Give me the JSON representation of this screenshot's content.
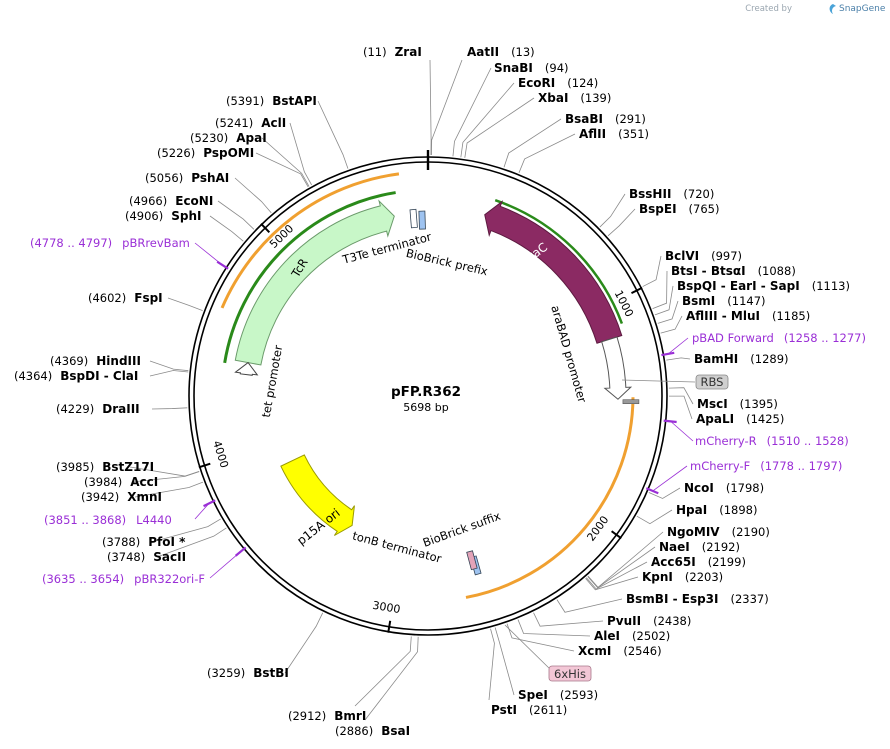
{
  "header": {
    "created_by": "Created by",
    "brand": "SnapGene"
  },
  "plasmid": {
    "name": "pFP.R362",
    "size_label": "5698 bp",
    "length": 5698
  },
  "colors": {
    "backbone": "#000000",
    "araC": "#8b2a63",
    "TcR": "#c8f7c8",
    "p15A_ori": "#ffff00",
    "promoter": "#ffffff",
    "primer": "#9a2fd6",
    "orange_band": "#f0a030",
    "green_band": "#2a8a1a"
  },
  "ticks": [
    {
      "label": "1000",
      "pos": 1000
    },
    {
      "label": "2000",
      "pos": 2000
    },
    {
      "label": "3000",
      "pos": 3000
    },
    {
      "label": "4000",
      "pos": 4000
    },
    {
      "label": "5000",
      "pos": 5000
    }
  ],
  "features": [
    {
      "name": "araC",
      "start": 275,
      "end": 1150,
      "type": "cds",
      "direction": "reverse"
    },
    {
      "name": "araBAD promoter",
      "start": 1150,
      "end": 1440,
      "type": "promoter",
      "direction": "forward"
    },
    {
      "name": "TcR",
      "start": 4440,
      "end": 5530,
      "type": "cds",
      "direction": "forward"
    },
    {
      "name": "tet promoter",
      "start": 4380,
      "end": 4440,
      "type": "promoter",
      "direction": "forward"
    },
    {
      "name": "p15A ori",
      "start": 3330,
      "end": 3870,
      "type": "rep_origin",
      "direction": "reverse"
    },
    {
      "name": "T3Te terminator",
      "start": 5590,
      "end": 5625,
      "type": "terminator",
      "direction": ""
    },
    {
      "name": "BioBrick prefix",
      "start": 5650,
      "end": 5690,
      "type": "misc",
      "direction": ""
    },
    {
      "name": "BioBrick suffix",
      "start": 2585,
      "end": 2615,
      "type": "misc",
      "direction": ""
    },
    {
      "name": "tonB terminator",
      "start": 2620,
      "end": 2650,
      "type": "terminator",
      "direction": ""
    },
    {
      "name": "RBS",
      "start": 1440,
      "end": 1460,
      "type": "rbs",
      "direction": ""
    },
    {
      "name": "6xHis",
      "start": 2550,
      "end": 2570,
      "type": "tag",
      "direction": ""
    }
  ],
  "sites": [
    {
      "name": "ZraI",
      "pos": "(11)"
    },
    {
      "name": "AatII",
      "pos": "(13)"
    },
    {
      "name": "SnaBI",
      "pos": "(94)"
    },
    {
      "name": "EcoRI",
      "pos": "(124)"
    },
    {
      "name": "XbaI",
      "pos": "(139)"
    },
    {
      "name": "BsaBI",
      "pos": "(291)"
    },
    {
      "name": "AflII",
      "pos": "(351)"
    },
    {
      "name": "BssHII",
      "pos": "(720)"
    },
    {
      "name": "BspEI",
      "pos": "(765)"
    },
    {
      "name": "BclVI",
      "pos": "(997)"
    },
    {
      "name": "BtsI - BtsαI",
      "pos": "(1088)"
    },
    {
      "name": "BspQI - EarI - SapI",
      "pos": "(1113)"
    },
    {
      "name": "BsmI",
      "pos": "(1147)"
    },
    {
      "name": "AflIII - MluI",
      "pos": "(1185)"
    },
    {
      "name": "BamHI",
      "pos": "(1289)"
    },
    {
      "name": "MscI",
      "pos": "(1395)"
    },
    {
      "name": "ApaLI",
      "pos": "(1425)"
    },
    {
      "name": "NcoI",
      "pos": "(1798)"
    },
    {
      "name": "HpaI",
      "pos": "(1898)"
    },
    {
      "name": "NgoMIV",
      "pos": "(2190)"
    },
    {
      "name": "NaeI",
      "pos": "(2192)"
    },
    {
      "name": "Acc65I",
      "pos": "(2199)"
    },
    {
      "name": "KpnI",
      "pos": "(2203)"
    },
    {
      "name": "BsmBI - Esp3I",
      "pos": "(2337)"
    },
    {
      "name": "PvuII",
      "pos": "(2438)"
    },
    {
      "name": "AleI",
      "pos": "(2502)"
    },
    {
      "name": "XcmI",
      "pos": "(2546)"
    },
    {
      "name": "SpeI",
      "pos": "(2593)"
    },
    {
      "name": "PstI",
      "pos": "(2611)"
    },
    {
      "name": "BsaI",
      "pos": "(2886)"
    },
    {
      "name": "BmrI",
      "pos": "(2912)"
    },
    {
      "name": "BstBI",
      "pos": "(3259)"
    },
    {
      "name": "SacII",
      "pos": "(3748)"
    },
    {
      "name": "PfoI *",
      "pos": "(3788)"
    },
    {
      "name": "XmnI",
      "pos": "(3942)"
    },
    {
      "name": "AccI",
      "pos": "(3984)"
    },
    {
      "name": "BstZ17I",
      "pos": "(3985)"
    },
    {
      "name": "DraIII",
      "pos": "(4229)"
    },
    {
      "name": "BspDI - ClaI",
      "pos": "(4364)"
    },
    {
      "name": "HindIII",
      "pos": "(4369)"
    },
    {
      "name": "FspI",
      "pos": "(4602)"
    },
    {
      "name": "SphI",
      "pos": "(4906)"
    },
    {
      "name": "EcoNI",
      "pos": "(4966)"
    },
    {
      "name": "PshAI",
      "pos": "(5056)"
    },
    {
      "name": "PspOMI",
      "pos": "(5226)"
    },
    {
      "name": "ApaI",
      "pos": "(5230)"
    },
    {
      "name": "AclI",
      "pos": "(5241)"
    },
    {
      "name": "BstAPI",
      "pos": "(5391)"
    }
  ],
  "primers": [
    {
      "name": "pBAD Forward",
      "range": "(1258 .. 1277)"
    },
    {
      "name": "mCherry-R",
      "range": "(1510 .. 1528)"
    },
    {
      "name": "mCherry-F",
      "range": "(1778 .. 1797)"
    },
    {
      "name": "L4440",
      "range": "(3851 .. 3868)"
    },
    {
      "name": "pBR322ori-F",
      "range": "(3635 .. 3654)"
    },
    {
      "name": "pBRrevBam",
      "range": "(4778 .. 4797)"
    }
  ],
  "badges": {
    "rbs": "RBS",
    "his": "6xHis"
  }
}
